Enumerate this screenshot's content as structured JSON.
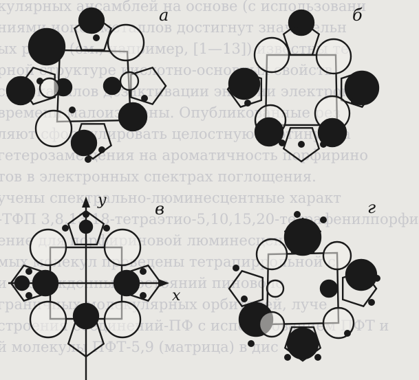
{
  "background_text_lines": [
    "кулярных ансамблей на основе (с использовани",
    "ниями ионов металлов достигнут значительн",
    "ых работ (см., например, [1—13]) известны те",
    "рной структуре кислотно-основных свойств",
    "ских каналов дезактивации энергии электронн",
    "времени малоизучены. Опубликованные рез",
    "ляют сформулировать целостную картину вза",
    "гетерозамещения на ароматичность порфирино",
    "тов в электронных спектрах поглощения.",
    "учены спектрально-люминесцентные характ",
    "-ТФП 3,8,13,18-тетраэтио-5,10,15,20-тетрафенилпорфи",
    "ение для порфириновой люминесценции",
    "мых молекул проведены тетрапиррольной с",
    "и возбужденных состояний пиноволо",
    "граничных молекулярных орбиталей, луче",
    "строения соединений-ПФ с использованием ПФТ и",
    "й молекулы ПФТ-5,9 (матрица) в дис"
  ],
  "figure": {
    "panels": [
      {
        "label": "а"
      },
      {
        "label": "б"
      },
      {
        "label": "в"
      },
      {
        "label": "г"
      }
    ],
    "axes": {
      "y_label": "y",
      "x_label": "x"
    }
  }
}
